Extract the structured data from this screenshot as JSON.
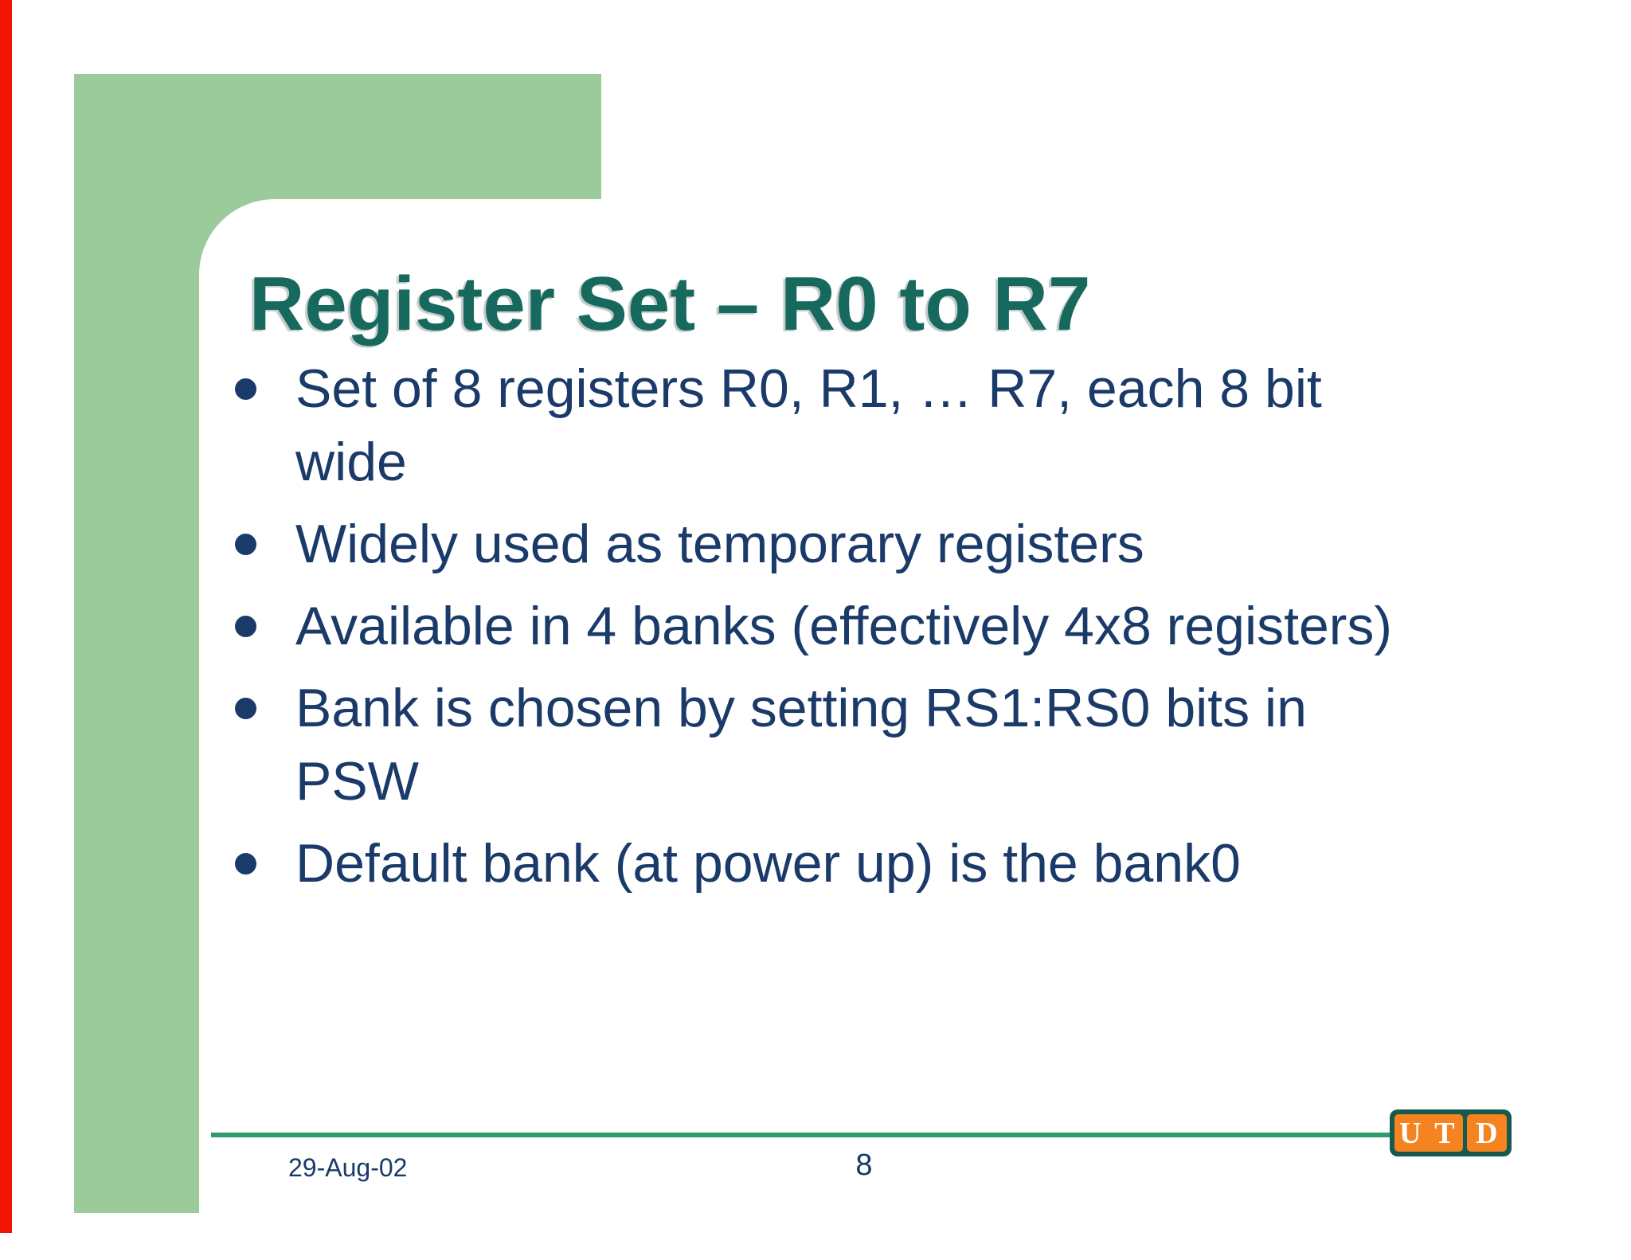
{
  "slide": {
    "title": "Register Set – R0 to R7",
    "bullets": [
      {
        "line1": "Set of 8 registers R0, R1, … R7, each 8 bit",
        "line2": "wide"
      },
      {
        "line1": "Widely used as temporary registers"
      },
      {
        "line1": "Available in 4 banks (effectively 4x8 registers)"
      },
      {
        "line1": "Bank is chosen by setting RS1:RS0 bits in",
        "line2": "PSW"
      },
      {
        "line1": "Default bank (at power up) is the bank0"
      }
    ],
    "footer": {
      "date": "29-Aug-02",
      "page_number": "8"
    },
    "logo": {
      "left_text": "U T",
      "right_text": "D"
    },
    "colors": {
      "sage_green": "#9BCA9B",
      "accent_red": "#F01405",
      "title_teal": "#17695D",
      "body_navy": "#1A3A69",
      "footer_line_green": "#2F9C6E",
      "logo_orange": "#F5831F",
      "logo_border_teal": "#16594F"
    }
  }
}
